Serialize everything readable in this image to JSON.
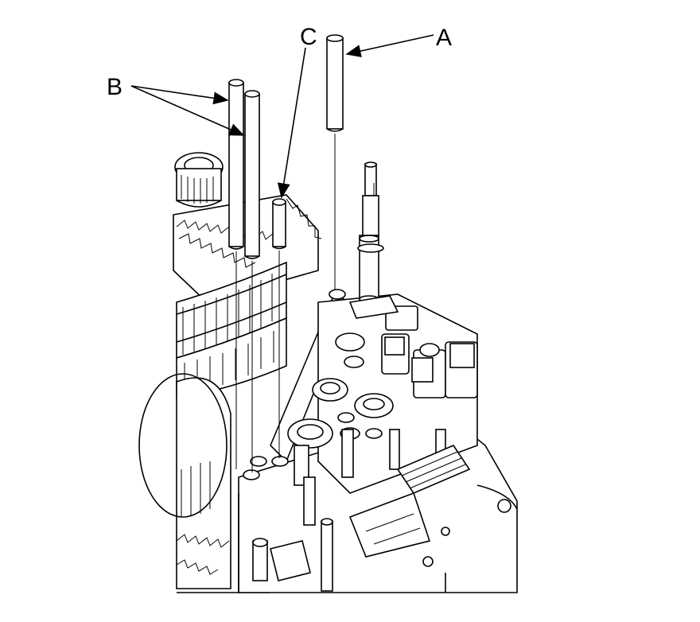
{
  "labels": {
    "a": "A",
    "b": "B",
    "c": "C"
  },
  "colors": {
    "ink": "#000000",
    "paper": "#ffffff"
  }
}
